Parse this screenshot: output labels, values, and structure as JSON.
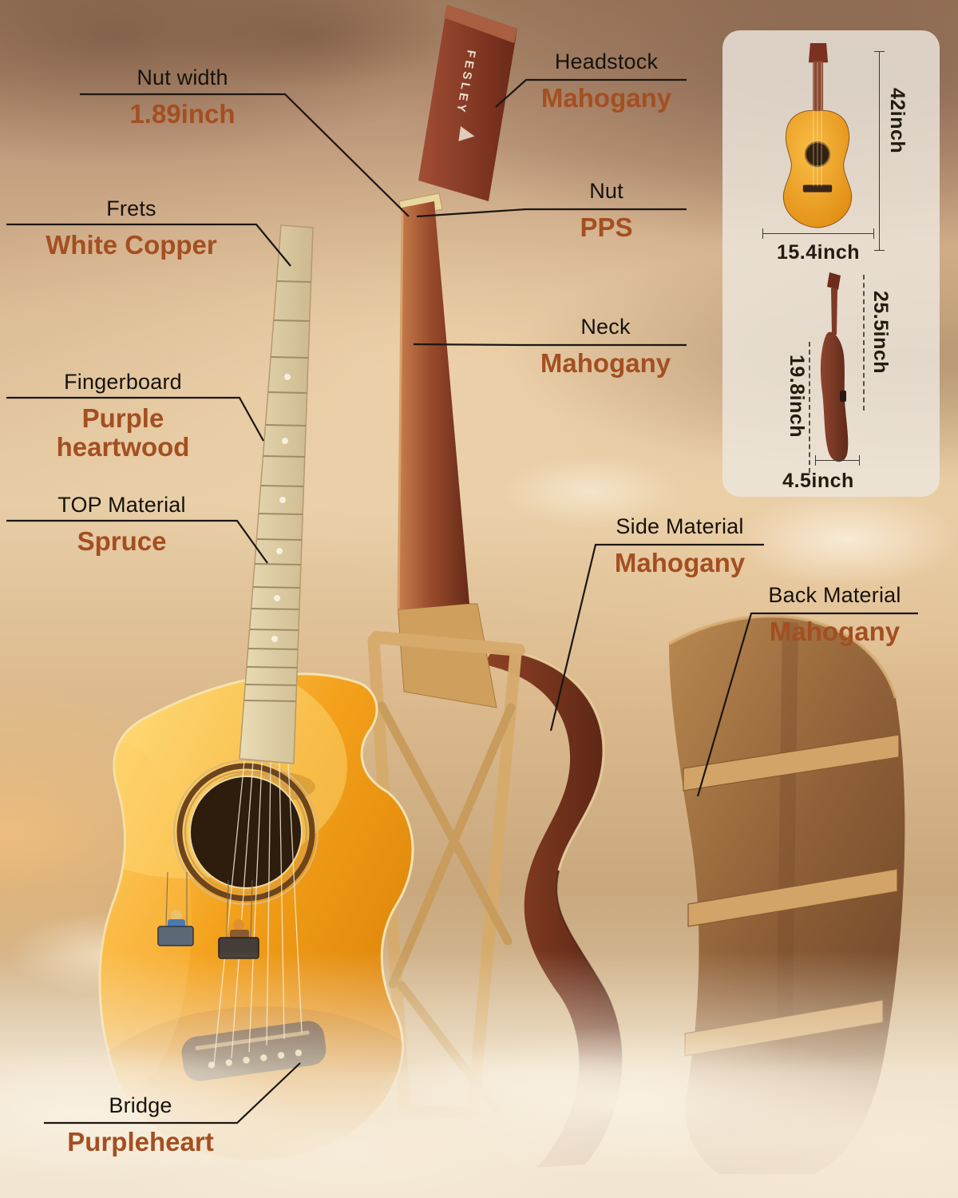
{
  "brand": "FESLEY",
  "colors": {
    "value_text": "#a44f21",
    "label_text": "#17120d",
    "leader_line": "#1b1713",
    "guitar_top": "#f3a01a",
    "mahogany": "#7c3a26"
  },
  "callouts": {
    "nutWidth": {
      "label": "Nut width",
      "value": "1.89inch"
    },
    "frets": {
      "label": "Frets",
      "value": "White Copper"
    },
    "fingerboard": {
      "label": "Fingerboard",
      "value": "Purple heartwood"
    },
    "topMaterial": {
      "label": "TOP Material",
      "value": "Spruce"
    },
    "bridge": {
      "label": "Bridge",
      "value": "Purpleheart"
    },
    "headstock": {
      "label": "Headstock",
      "value": "Mahogany"
    },
    "nut": {
      "label": "Nut",
      "value": "PPS"
    },
    "neck": {
      "label": "Neck",
      "value": "Mahogany"
    },
    "sideMaterial": {
      "label": "Side Material",
      "value": "Mahogany"
    },
    "backMaterial": {
      "label": "Back Material",
      "value": "Mahogany"
    }
  },
  "size_panel": {
    "total_length": "42inch",
    "body_width": "15.4inch",
    "scale_length": "25.5inch",
    "body_length": "19.8inch",
    "body_depth": "4.5inch"
  }
}
